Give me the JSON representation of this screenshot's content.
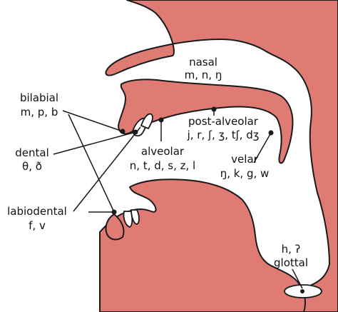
{
  "colors": {
    "tissue": "#e07b74",
    "outline": "#1a1a1a",
    "background": "#ffffff"
  },
  "labels": {
    "nasal": {
      "title": "nasal",
      "sounds": "m, n, ŋ"
    },
    "bilabial": {
      "title": "bilabial",
      "sounds": "m, p, b"
    },
    "dental": {
      "title": "dental",
      "sounds": "θ, ð"
    },
    "labiodental": {
      "title": "labiodental",
      "sounds": "f, v"
    },
    "post_alveolar": {
      "title": "post-alveolar",
      "sounds": "j, r, ʃ, ʒ, tʃ, dʒ"
    },
    "alveolar": {
      "title": "alveolar",
      "sounds": "n, t, d, s, z, l"
    },
    "velar": {
      "title": "velar",
      "sounds": "ŋ, k, g, w"
    },
    "glottal": {
      "title": "glottal",
      "sounds": "h, ʔ"
    }
  }
}
